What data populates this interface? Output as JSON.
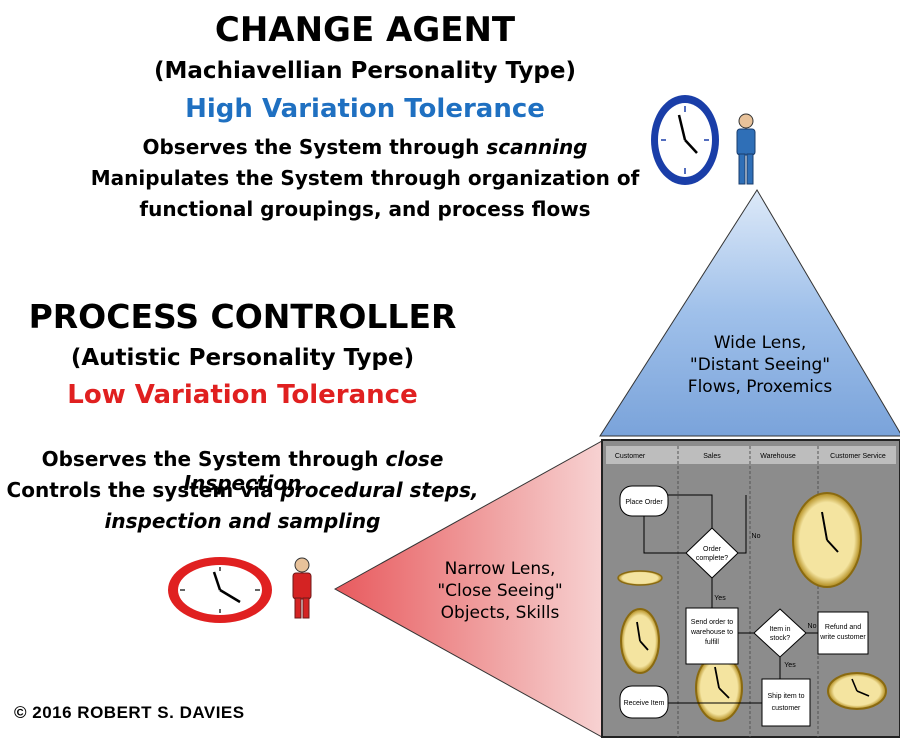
{
  "change_agent": {
    "title": "CHANGE AGENT",
    "personality": "(Machiavellian Personality Type)",
    "tolerance": "High Variation Tolerance",
    "observes_prefix": "Observes the System through ",
    "observes_italic": "scanning",
    "manipulates_line1": "Manipulates the System through organization of",
    "manipulates_line2": "functional groupings, and process flows"
  },
  "process_controller": {
    "title": "PROCESS CONTROLLER",
    "personality": "(Autistic Personality Type)",
    "tolerance": "Low  Variation Tolerance",
    "observes_prefix": "Observes the System through ",
    "observes_italic": "close Inspection",
    "controls_prefix": "Controls the system via ",
    "controls_italic": "procedural steps,",
    "controls_line2": "inspection and sampling"
  },
  "wide_lens": {
    "line1": "Wide Lens,",
    "line2": "\"Distant Seeing\"",
    "line3": "Flows, Proxemics"
  },
  "narrow_lens": {
    "line1": "Narrow Lens,",
    "line2": "\"Close Seeing\"",
    "line3": "Objects, Skills"
  },
  "flowchart": {
    "lanes": [
      "Customer",
      "Sales",
      "Warehouse",
      "Customer Service"
    ],
    "place_order": "Place Order",
    "order_complete_1": "Order",
    "order_complete_2": "complete?",
    "no_label_1": "No",
    "yes_label_1": "Yes",
    "send_order_1": "Send order to",
    "send_order_2": "warehouse to",
    "send_order_3": "fulfill",
    "item_in_stock_1": "Item in",
    "item_in_stock_2": "stock?",
    "no_label_2": "No",
    "yes_label_2": "Yes",
    "refund_1": "Refund and",
    "refund_2": "write customer",
    "ship_1": "Ship item to",
    "ship_2": "customer",
    "receive": "Receive Item"
  },
  "copyright": "© 2016 ROBERT S. DAVIES",
  "colors": {
    "tolerance_high": "#1f70c1",
    "tolerance_low": "#e02020",
    "wide_lens_fill": "#8fb4e3",
    "narrow_lens_fill": "#e8787c",
    "flowchart_bg": "#888888"
  },
  "icons": {
    "clock_blue": "blue-clock-icon",
    "clock_red": "red-clock-icon",
    "person_blue": "blue-person-icon",
    "person_red": "red-person-icon",
    "clock_gold": "gold-clock-icon"
  }
}
